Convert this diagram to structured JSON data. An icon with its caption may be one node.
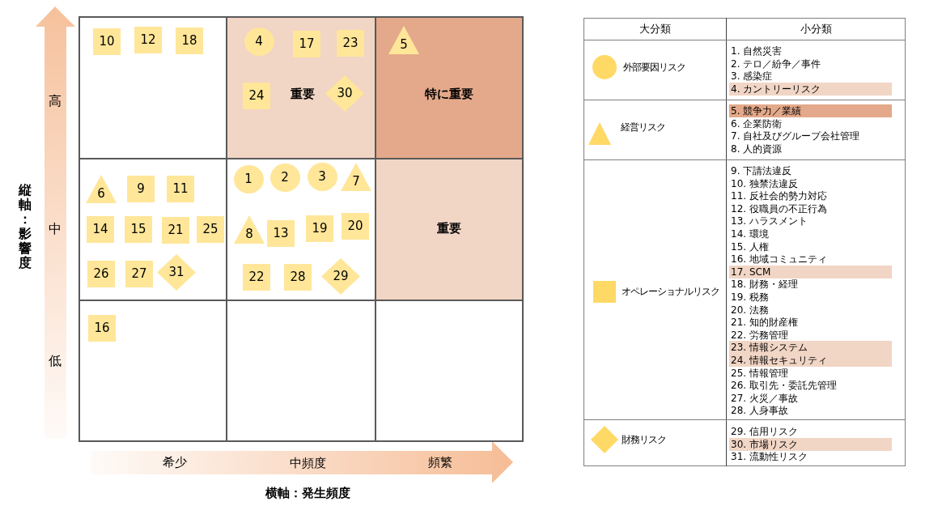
{
  "diagram": {
    "nodes": [
      {
        "text": [],
        "shape": "box"
      },
      {
        "text": [
          "10"
        ],
        "in": 0
      },
      {
        "text": [
          "12"
        ],
        "in": 0
      },
      {
        "text": [
          "18"
        ],
        "in": 0
      },
      {
        "text": [
          "重要"
        ]
      },
      {
        "text": [
          "4"
        ],
        "in": 4
      },
      {
        "text": [
          "17"
        ],
        "in": 4
      },
      {
        "text": [
          "23"
        ],
        "in": 4
      },
      {
        "text": [
          "24"
        ],
        "in": 4
      },
      {
        "text": [
          "30"
        ],
        "in": 4
      },
      {
        "text": [
          "特に重要"
        ]
      },
      {
        "text": [
          "5"
        ],
        "in": 10
      },
      {
        "text": [],
        "shape": "box"
      },
      {
        "text": [
          "6"
        ],
        "in": 12
      },
      {
        "text": [
          "9"
        ],
        "in": 12
      },
      {
        "text": [
          "11"
        ],
        "in": 12
      },
      {
        "text": [
          "14"
        ],
        "in": 12
      },
      {
        "text": [
          "15"
        ],
        "in": 12
      },
      {
        "text": [
          "21"
        ],
        "in": 12
      },
      {
        "text": [
          "25"
        ],
        "in": 12
      },
      {
        "text": [
          "26"
        ],
        "in": 12
      },
      {
        "text": [
          "27"
        ],
        "in": 12
      },
      {
        "text": [
          "31"
        ],
        "in": 12
      },
      {
        "text": [],
        "shape": "box"
      },
      {
        "text": [
          "1"
        ],
        "in": 23
      },
      {
        "text": [
          "2"
        ],
        "in": 23
      },
      {
        "text": [
          "3"
        ],
        "in": 23
      },
      {
        "text": [
          "7"
        ],
        "in": 23
      },
      {
        "text": [
          "8"
        ],
        "in": 23
      },
      {
        "text": [
          "13"
        ],
        "in": 23
      },
      {
        "text": [
          "19"
        ],
        "in": 23
      },
      {
        "text": [
          "20"
        ],
        "in": 23
      },
      {
        "text": [
          "22"
        ],
        "in": 23
      },
      {
        "text": [
          "28"
        ],
        "in": 23
      },
      {
        "text": [
          "29"
        ],
        "in": 23
      },
      {
        "text": [
          "重要"
        ]
      },
      {
        "text": [],
        "shape": "box"
      },
      {
        "text": [
          "16"
        ],
        "in": 36
      },
      {
        "text": [],
        "shape": "box"
      },
      {
        "text": [],
        "shape": "box"
      }
    ],
    "labels": [
      "縦軸：影響度",
      "高",
      "中",
      "低",
      "希少",
      "中頻度",
      "頻繁",
      "横軸：発生頻度",
      "大分類",
      "小分類",
      "1. 自然災害",
      "2. テロ／紛争／事件",
      "3. 感染症",
      "4. カントリーリスク",
      "5. 競争力／業績",
      "6. 企業防衛",
      "7. 自社及びグループ会社管理",
      "8. 人的資源",
      "9. 下請法違反",
      "10. 独禁法違反",
      "11. 反社会的勢力対応",
      "12. 役職員の不正行為",
      "13. ハラスメント",
      "14. 環境",
      "15. 人権",
      "16. 地域コミュニティ",
      "17. SCM",
      "18. 財務・経理",
      "19. 税務",
      "20. 法務",
      "21. 知的財産権",
      "22. 労務管理",
      "23. 情報システム",
      "24. 情報セキュリティ",
      "25. 情報管理",
      "26. 取引先・委託先管理",
      "27. 火災／事故",
      "28. 人身事故",
      "29. 信用リスク",
      "30. 市場リスク",
      "31. 流動性リスク"
    ],
    "legend": [
      {
        "text": "外部要因リスク"
      },
      {
        "text": "経営リスク"
      },
      {
        "text": "オペレーショナルリスク"
      },
      {
        "text": "財務リスク"
      }
    ]
  }
}
